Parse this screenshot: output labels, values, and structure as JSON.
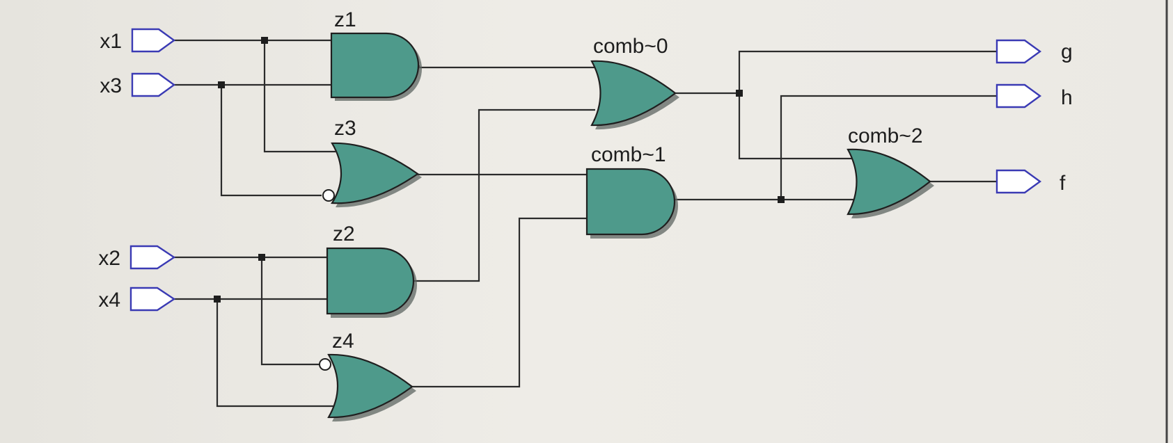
{
  "diagram": {
    "gate_color": "#4e9a8b",
    "inputs": [
      {
        "id": "x1",
        "label": "x1"
      },
      {
        "id": "x3",
        "label": "x3"
      },
      {
        "id": "x2",
        "label": "x2"
      },
      {
        "id": "x4",
        "label": "x4"
      }
    ],
    "outputs": [
      {
        "id": "g",
        "label": "g"
      },
      {
        "id": "h",
        "label": "h"
      },
      {
        "id": "f",
        "label": "f"
      }
    ],
    "gates": [
      {
        "id": "z1",
        "label": "z1",
        "type": "AND",
        "inputs": [
          "x1",
          "x3"
        ]
      },
      {
        "id": "z3",
        "label": "z3",
        "type": "OR",
        "inputs": [
          "x1",
          "NOT x3"
        ]
      },
      {
        "id": "z2",
        "label": "z2",
        "type": "AND",
        "inputs": [
          "x2",
          "x4"
        ]
      },
      {
        "id": "z4",
        "label": "z4",
        "type": "OR",
        "inputs": [
          "NOT x2",
          "x4"
        ]
      },
      {
        "id": "comb0",
        "label": "comb~0",
        "type": "OR",
        "inputs": [
          "z1",
          "z2"
        ]
      },
      {
        "id": "comb1",
        "label": "comb~1",
        "type": "AND",
        "inputs": [
          "z3",
          "z4"
        ]
      },
      {
        "id": "comb2",
        "label": "comb~2",
        "type": "OR",
        "inputs": [
          "comb~0",
          "comb~1"
        ]
      }
    ],
    "connections": [
      {
        "from": "comb~0",
        "to": "g"
      },
      {
        "from": "comb~1",
        "to": "h"
      },
      {
        "from": "comb~2",
        "to": "f"
      }
    ]
  }
}
